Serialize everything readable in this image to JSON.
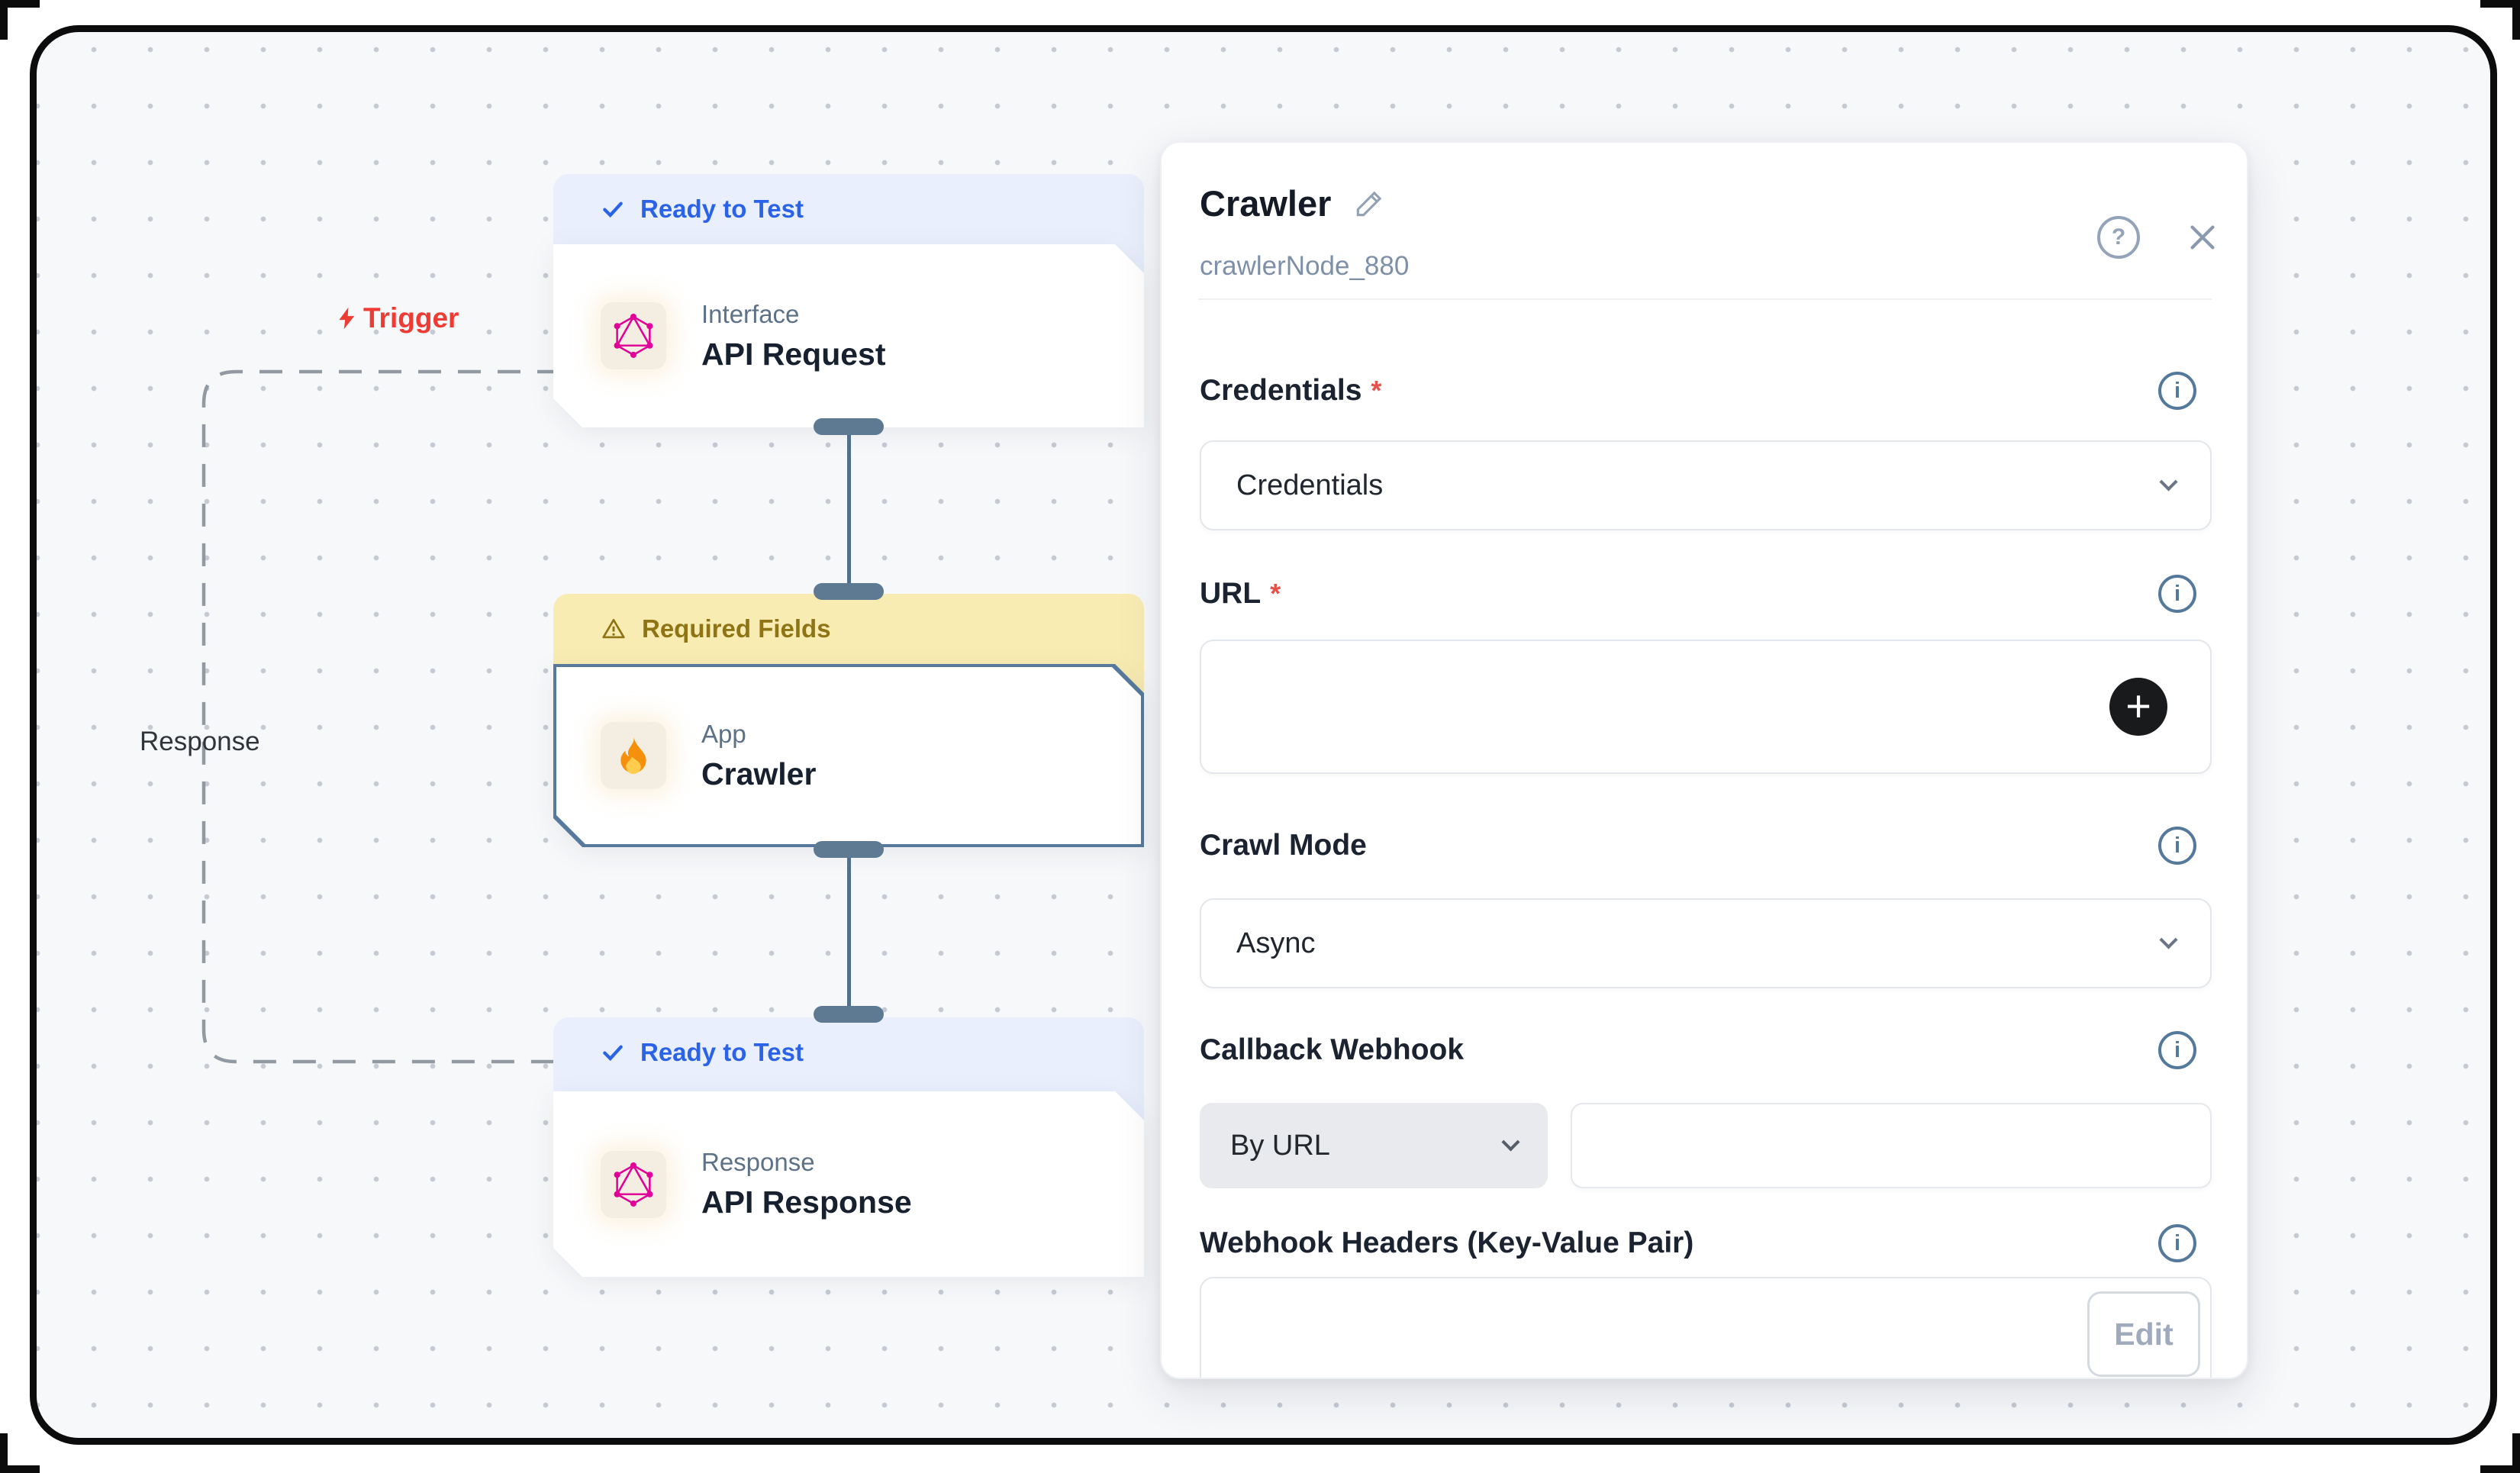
{
  "canvas": {
    "trigger_label": "Trigger",
    "response_label": "Response",
    "nodes": [
      {
        "status": "Ready to Test",
        "status_type": "ready",
        "category": "Interface",
        "title": "API Request",
        "icon": "graphql-icon"
      },
      {
        "status": "Required Fields",
        "status_type": "warning",
        "category": "App",
        "title": "Crawler",
        "icon": "fire-icon"
      },
      {
        "status": "Ready to Test",
        "status_type": "ready",
        "category": "Response",
        "title": "API Response",
        "icon": "graphql-icon"
      }
    ]
  },
  "panel": {
    "title": "Crawler",
    "node_id": "crawlerNode_880",
    "required_marker": "*",
    "help_icon_glyph": "?",
    "fields": {
      "credentials": {
        "label": "Credentials",
        "required": true,
        "value": "Credentials"
      },
      "url": {
        "label": "URL",
        "required": true,
        "value": ""
      },
      "crawl_mode": {
        "label": "Crawl Mode",
        "value": "Async"
      },
      "callback_webhook": {
        "label": "Callback Webhook",
        "mode_value": "By URL",
        "url_value": ""
      },
      "webhook_headers": {
        "label": "Webhook Headers (Key-Value Pair)",
        "edit_label": "Edit"
      }
    }
  },
  "colors": {
    "accent_blue": "#2b63e8",
    "badge_blue_bg": "#e9effc",
    "warning_text": "#8e7414",
    "badge_yellow_bg": "#f9ecb2",
    "trigger_red": "#ee3b34",
    "graphql_pink": "#e10098",
    "connector_slate": "#5e7a93",
    "selected_border": "#57799b",
    "plus_button_black": "#191a1c"
  }
}
